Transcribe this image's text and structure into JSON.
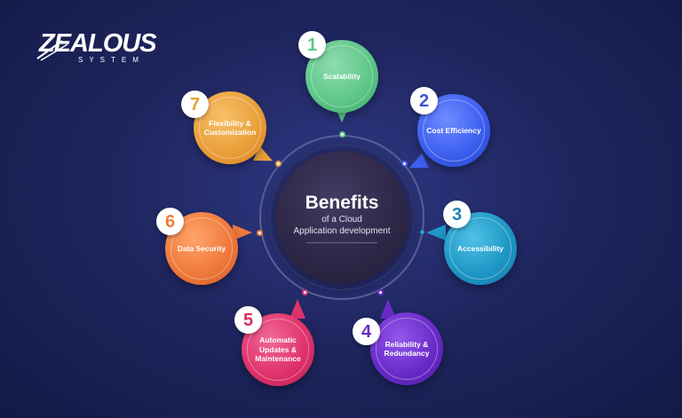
{
  "logo": {
    "wordmark": "ZEALOUS",
    "sub": "SYSTEM"
  },
  "center": {
    "title": "Benefits",
    "subtitle_line1": "of a Cloud",
    "subtitle_line2": "Application development"
  },
  "benefits": [
    {
      "number": "1",
      "label": "Scalability",
      "color": "#5fc789",
      "number_color": "#5fc789"
    },
    {
      "number": "2",
      "label": "Cost Efficiency",
      "color": "#3d5ff0",
      "number_color": "#3a54d8"
    },
    {
      "number": "3",
      "label": "Accessibility",
      "color": "#1e97c6",
      "number_color": "#1e82b8"
    },
    {
      "number": "4",
      "label": "Reliability & Redundancy",
      "color": "#6a2bc9",
      "number_color": "#6a2bc9"
    },
    {
      "number": "5",
      "label": "Automatic Updates & Maintenance",
      "color": "#e0336b",
      "number_color": "#d8305e"
    },
    {
      "number": "6",
      "label": "Data Security",
      "color": "#f07a3c",
      "number_color": "#ef7a3a"
    },
    {
      "number": "7",
      "label": "Flexibility & Customization",
      "color": "#e9a03a",
      "number_color": "#e8a030"
    }
  ]
}
